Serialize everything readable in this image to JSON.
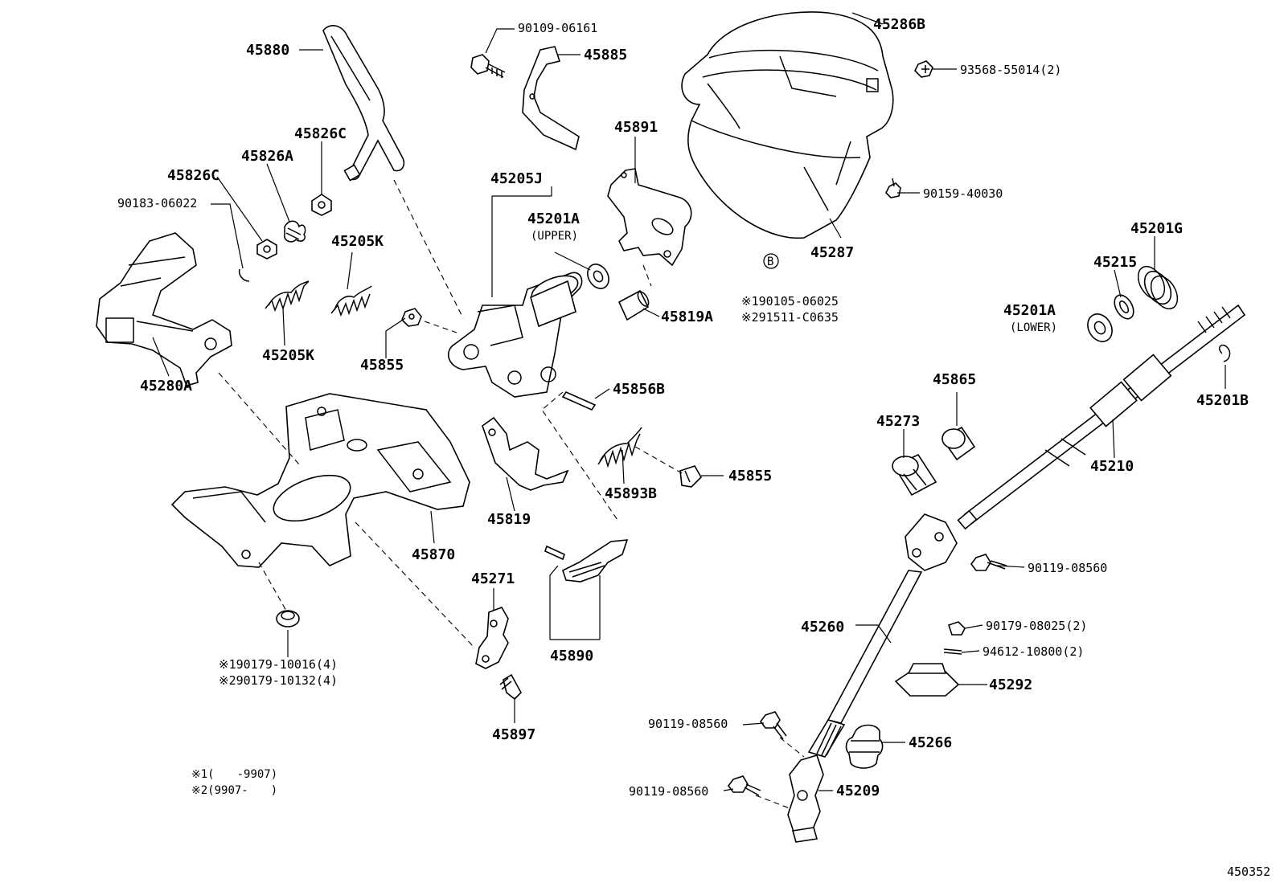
{
  "diagram_id": "450352",
  "labels": {
    "p45880": "45880",
    "p90109_06161": "90109-06161",
    "p45885": "45885",
    "p45286B": "45286B",
    "p93568_55014": "93568-55014(2)",
    "p45826C_top": "45826C",
    "p45826A": "45826A",
    "p45826C_left": "45826C",
    "p90183_06022": "90183-06022",
    "p45205J": "45205J",
    "p45201A_upper": "45201A",
    "upper_note": "(UPPER)",
    "p45891": "45891",
    "p90159_40030": "90159-40030",
    "p45287": "45287",
    "p45205K_top": "45205K",
    "p45205K_bottom": "45205K",
    "p45280A": "45280A",
    "p45855_left": "45855",
    "p45819A": "45819A",
    "circle_b": "B",
    "note_190105": "※190105-06025",
    "note_291511": "※291511-C0635",
    "p45201G": "45201G",
    "p45215": "45215",
    "p45201A_lower": "45201A",
    "lower_note": "(LOWER)",
    "p45201B": "45201B",
    "p45856B": "45856B",
    "p45865": "45865",
    "p45273": "45273",
    "p45210": "45210",
    "p45893B": "45893B",
    "p45855_right": "45855",
    "p45819": "45819",
    "p45870": "45870",
    "p90119_08560_a": "90119-08560",
    "p45271": "45271",
    "p45890": "45890",
    "p45260": "45260",
    "p90179_08025": "90179-08025(2)",
    "p94612_10800": "94612-10800(2)",
    "p45292": "45292",
    "note_190179": "※190179-10016(4)",
    "note_290179": "※290179-10132(4)",
    "p45897": "45897",
    "p90119_08560_b": "90119-08560",
    "p45266": "45266",
    "p90119_08560_c": "90119-08560",
    "p45209": "45209",
    "footnote1": "※1(　　-9907)",
    "footnote2": "※2(9907-　　)"
  }
}
